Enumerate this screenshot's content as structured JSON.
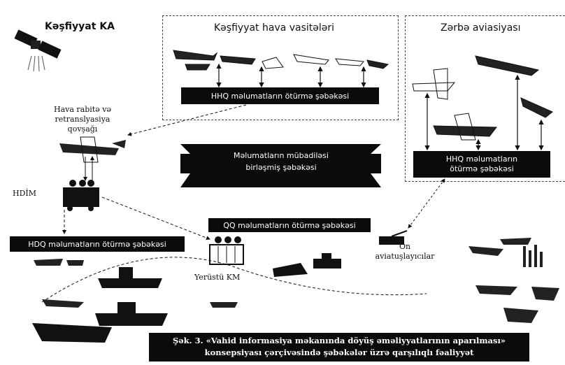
{
  "labels": {
    "satellite": "Kəşfiyyat KA",
    "recon_air": "Kəşfiyyat hava vasitələri",
    "strike_air": "Zərbə aviasiyası",
    "relay": [
      "Hava rabitə və",
      "retranslyasiya qovşağı"
    ],
    "hdim": "HDİM",
    "surface_km": "Yerüstü KM",
    "forward": [
      "Ön",
      "aviatuşlayıcılar"
    ]
  },
  "boxes": {
    "hhq_recon": "HHQ məlumatların ötürmə şəbəkəsi",
    "exchange": [
      "Məlumatların mübadiləsi",
      "birləşmiş şəbəkəsi"
    ],
    "hhq_strike": [
      "HHQ məlumatların",
      "ötürmə şəbəkəsi"
    ],
    "hdq": "HDQ məlumatların ötürmə şəbəkəsi",
    "qq": "QQ məlumatların ötürmə şəbəkəsi"
  },
  "caption": [
    "Şək. 3. «Vahid informasiya məkanında döyüş əməliyyatlarının aparılması»",
    "konsepsiyası çərçivəsində şəbəkələr üzrə qarşılıqlı fəaliyyət"
  ]
}
